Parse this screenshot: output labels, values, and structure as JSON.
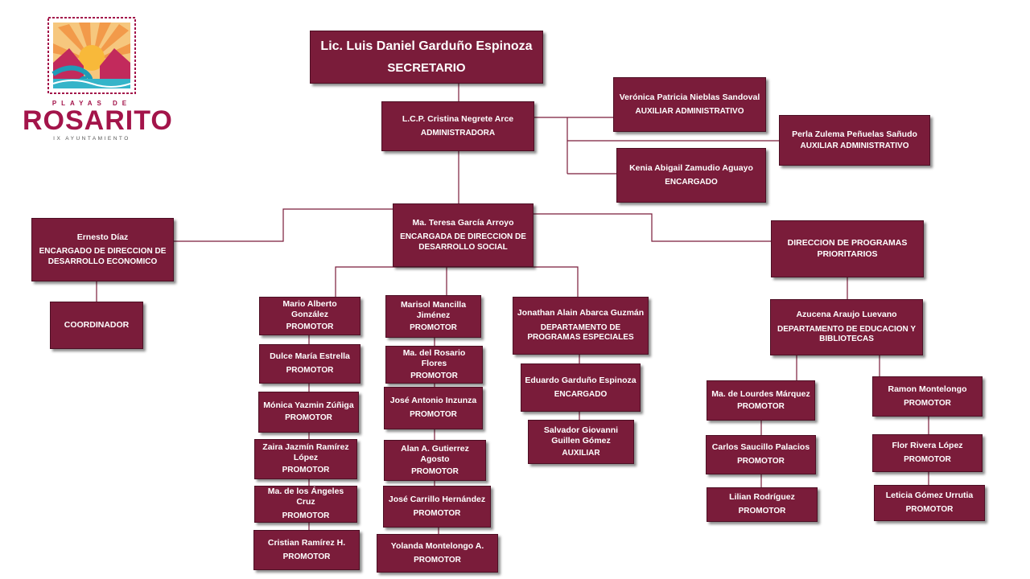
{
  "logo": {
    "line1": "PLAYAS DE",
    "line2": "ROSARITO",
    "line3": "IX AYUNTAMIENTO"
  },
  "colors": {
    "box": "#7a1c3a",
    "line": "#7a1c3a",
    "brand": "#a3144a"
  },
  "nodes": {
    "secretario": {
      "name": "Lic. Luis Daniel Garduño Espinoza",
      "role": "SECRETARIO"
    },
    "administradora": {
      "name": "L.C.P. Cristina Negrete Arce",
      "role": "ADMINISTRADORA"
    },
    "veronica": {
      "name": "Verónica Patricia Nieblas Sandoval",
      "role": "AUXILIAR ADMINISTRATIVO"
    },
    "perla": {
      "name": "Perla Zulema Peñuelas Sañudo",
      "role": "AUXILIAR ADMINISTRATIVO"
    },
    "kenia": {
      "name": "Kenia Abigail Zamudio Aguayo",
      "role": "ENCARGADO"
    },
    "teresa": {
      "name": "Ma. Teresa García Arroyo",
      "role": "ENCARGADA DE DIRECCION DE DESARROLLO SOCIAL"
    },
    "ernesto": {
      "name": "Ernesto Díaz",
      "role": "ENCARGADO DE DIRECCION DE DESARROLLO ECONOMICO"
    },
    "coordinador": {
      "name": "COORDINADOR"
    },
    "direccion": {
      "name": "DIRECCION DE PROGRAMAS PRIORITARIOS"
    },
    "mario": {
      "name": "Mario Alberto González",
      "role": "PROMOTOR"
    },
    "dulce": {
      "name": "Dulce María Estrella",
      "role": "PROMOTOR"
    },
    "monica": {
      "name": "Mónica Yazmin Zúñiga",
      "role": "PROMOTOR"
    },
    "zaira": {
      "name": "Zaira Jazmín Ramírez López",
      "role": "PROMOTOR"
    },
    "angeles": {
      "name": "Ma. de los Ángeles Cruz",
      "role": "PROMOTOR"
    },
    "cristian": {
      "name": "Cristian Ramírez H.",
      "role": "PROMOTOR"
    },
    "marisol": {
      "name": "Marisol Mancilla Jiménez",
      "role": "PROMOTOR"
    },
    "rosario": {
      "name": "Ma. del Rosario Flores",
      "role": "PROMOTOR"
    },
    "joseantonio": {
      "name": "José Antonio Inzunza",
      "role": "PROMOTOR"
    },
    "alan": {
      "name": "Alan A. Gutierrez Agosto",
      "role": "PROMOTOR"
    },
    "josecarrillo": {
      "name": "José Carrillo Hernández",
      "role": "PROMOTOR"
    },
    "yolanda": {
      "name": "Yolanda Montelongo A.",
      "role": "PROMOTOR"
    },
    "jonathan": {
      "name": "Jonathan Alain Abarca Guzmán",
      "role": "DEPARTAMENTO DE PROGRAMAS ESPECIALES"
    },
    "eduardo": {
      "name": "Eduardo Garduño Espinoza",
      "role": "ENCARGADO"
    },
    "salvador": {
      "name": "Salvador Giovanni Guillen Gómez",
      "role": "AUXILIAR"
    },
    "azucena": {
      "name": "Azucena Araujo Luevano",
      "role": "DEPARTAMENTO DE EDUCACION Y BIBLIOTECAS"
    },
    "lourdes": {
      "name": "Ma. de Lourdes Márquez",
      "role": "PROMOTOR"
    },
    "carlos": {
      "name": "Carlos Saucillo Palacios",
      "role": "PROMOTOR"
    },
    "lilian": {
      "name": "Lilian Rodríguez",
      "role": "PROMOTOR"
    },
    "ramon": {
      "name": "Ramon Montelongo",
      "role": "PROMOTOR"
    },
    "flor": {
      "name": "Flor Rivera López",
      "role": "PROMOTOR"
    },
    "leticia": {
      "name": "Leticia Gómez Urrutia",
      "role": "PROMOTOR"
    }
  }
}
